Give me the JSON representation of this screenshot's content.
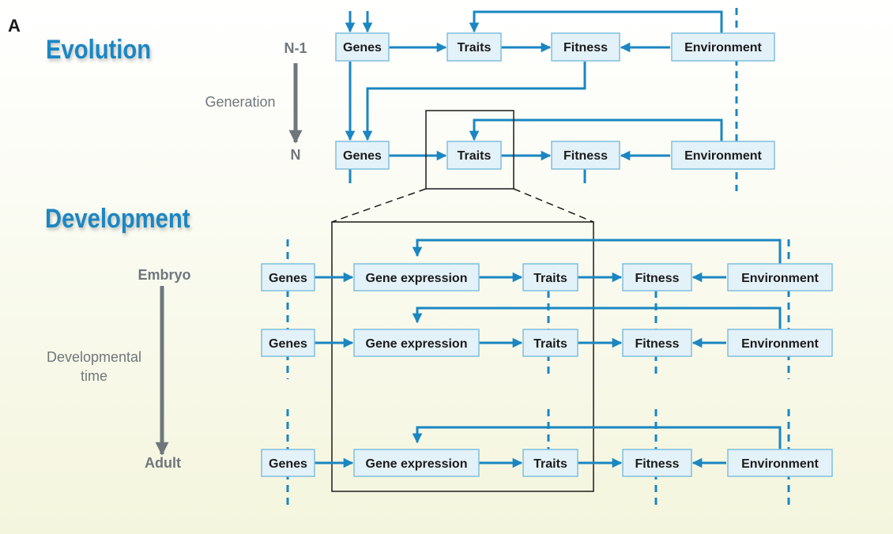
{
  "panel_label": "A",
  "evolution": {
    "title": "Evolution",
    "gen_prev": "N-1",
    "gen_curr": "N",
    "axis_label": "Generation",
    "nodes": [
      "Genes",
      "Traits",
      "Fitness",
      "Environment"
    ]
  },
  "development": {
    "title": "Development",
    "start_label": "Embryo",
    "end_label": "Adult",
    "axis_label_line1": "Developmental",
    "axis_label_line2": "time",
    "nodes": [
      "Genes",
      "Gene expression",
      "Traits",
      "Fitness",
      "Environment"
    ]
  },
  "colors": {
    "flow": "#1a86c2",
    "box_fill": "#e3f1f8",
    "box_stroke": "#7fc0dd",
    "heading": "#1a86c2",
    "axis": "#6f777b"
  }
}
